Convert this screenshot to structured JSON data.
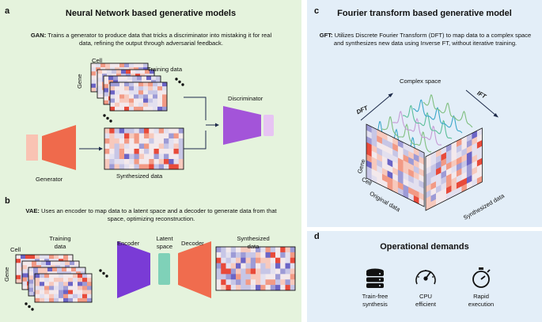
{
  "panel_a": {
    "letter": "a",
    "title": "Neural Network based generative models",
    "gan_term": "GAN:",
    "gan_desc": "Trains a generator to produce data that tricks a discriminator into mistaking it for real data, refining the output through adversarial feedback.",
    "cell_label": "Cell",
    "gene_label": "Gene",
    "training_label": "Training data",
    "discriminator_label": "Discriminator",
    "generator_label": "Generator",
    "synthesized_label": "Synthesized data"
  },
  "panel_b": {
    "letter": "b",
    "vae_term": "VAE:",
    "vae_desc": "Uses an encoder to map data to a latent space and a decoder to generate data from that space, optimizing reconstruction.",
    "cell_label": "Cell",
    "gene_label": "Gene",
    "training_label_1": "Training",
    "training_label_2": "data",
    "encoder_label": "Encoder",
    "latent_label_1": "Latent",
    "latent_label_2": "space",
    "decoder_label": "Decoder",
    "synth_label_1": "Synthesized",
    "synth_label_2": "data"
  },
  "panel_c": {
    "letter": "c",
    "title": "Fourier transform based generative model",
    "gft_term": "GFT:",
    "gft_desc": "Utilizes Discrete Fourier Transform (DFT) to map data to a complex space and synthesizes new data using Inverse FT, without iterative training.",
    "complex_label": "Complex space",
    "dft_label": "DFT",
    "ift_label": "IFT",
    "gene_label": "Gene",
    "cell_label": "Cell",
    "original_label": "Original data",
    "synth_label": "Synthesized data"
  },
  "panel_d": {
    "letter": "d",
    "title": "Operational demands",
    "items": [
      {
        "line1": "Train-free",
        "line2": "synthesis"
      },
      {
        "line1": "CPU",
        "line2": "efficient"
      },
      {
        "line1": "Rapid",
        "line2": "execution"
      }
    ]
  },
  "colors": {
    "left_bg": "#e5f3dd",
    "right_bg": "#e3eef8",
    "generator": "#ef6a4c",
    "discriminator": "#a354d9",
    "encoder": "#7a3bd6",
    "latent": "#7fd1b8",
    "decoder": "#f06c4e",
    "wave_palette": [
      "#3ba7c9",
      "#7fbf7f",
      "#c69bd6",
      "#5bbf9a"
    ]
  }
}
